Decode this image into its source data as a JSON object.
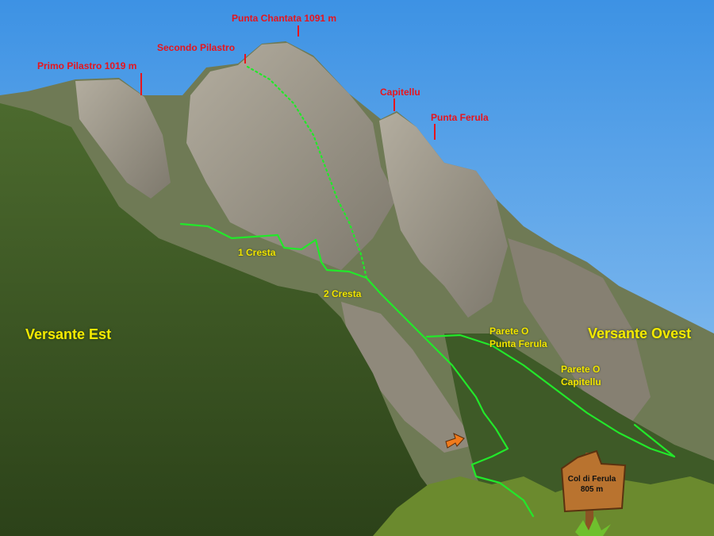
{
  "peaks": {
    "chantata": "Punta Chantata 1091 m",
    "secondo_pilastro": "Secondo Pilastro",
    "primo_pilastro": "Primo Pilastro 1019 m",
    "capitellu": "Capitellu",
    "punta_ferula": "Punta Ferula"
  },
  "routes": {
    "cresta1": "1 Cresta",
    "cresta2": "2 Cresta",
    "parete_ferula_line1": "Parete O",
    "parete_ferula_line2": "Punta Ferula",
    "parete_capitellu_line1": "Parete O",
    "parete_capitellu_line2": "Capitellu"
  },
  "slopes": {
    "east": "Versante Est",
    "west": "Versante Ovest"
  },
  "signpost": {
    "line1": "Col di Ferula",
    "line2": "805 m"
  },
  "colors": {
    "sky": "#5ea8e8",
    "label_peak": "#e8141c",
    "label_route": "#f2e400",
    "route_line": "#22e82a",
    "rock": "#9a9486",
    "vegetation": "#3d5a24",
    "sign_wood": "#b9732f"
  }
}
